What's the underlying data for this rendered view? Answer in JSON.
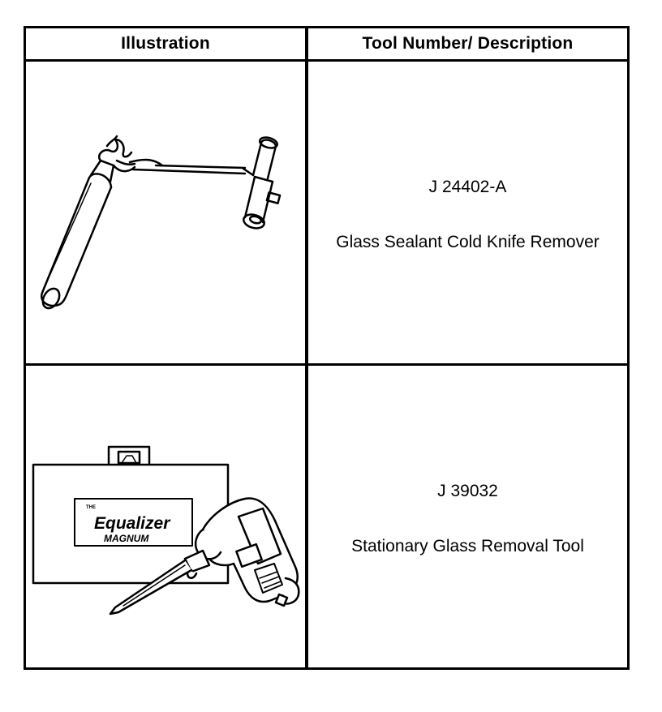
{
  "table": {
    "headers": {
      "illustration": "Illustration",
      "tool": "Tool Number/ Description"
    },
    "rows": [
      {
        "tool_number": "J 24402-A",
        "description": "Glass Sealant Cold Knife Remover",
        "illustration_icon": "cold-knife-remover-icon"
      },
      {
        "tool_number": "J 39032",
        "description": "Stationary Glass Removal Tool",
        "illustration_icon": "glass-removal-tool-icon",
        "case_label": {
          "small": "THE",
          "brand": "Equalizer",
          "model": "MAGNUM"
        }
      }
    ]
  },
  "colors": {
    "line": "#000000",
    "background": "#ffffff"
  }
}
